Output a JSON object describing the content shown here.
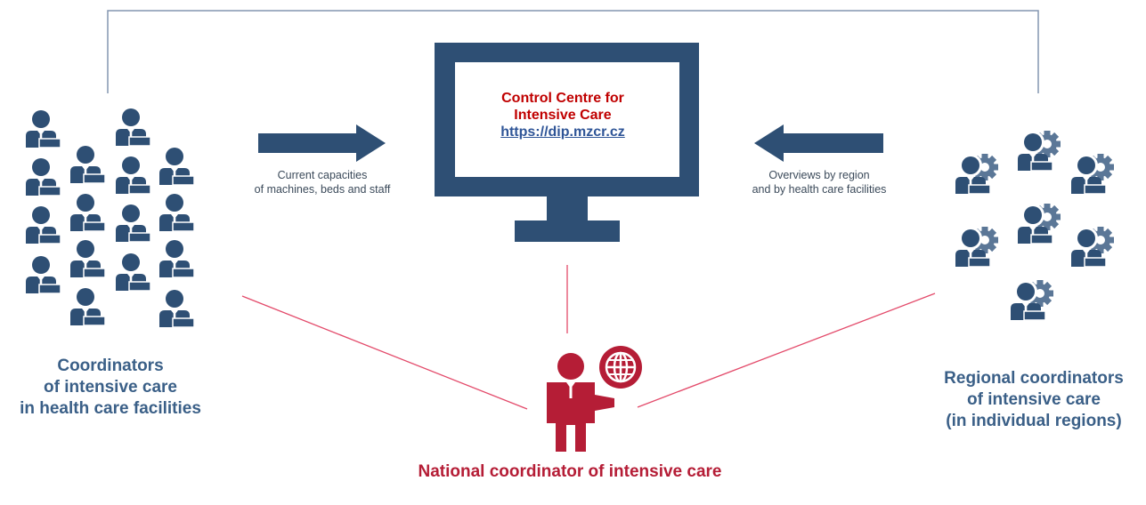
{
  "diagram": {
    "monitor": {
      "title_line1": "Control Centre for",
      "title_line2": "Intensive Care",
      "url": "https://dip.mzcr.cz"
    },
    "left_arrow_label": {
      "line1": "Current capacities",
      "line2": "of machines, beds and staff"
    },
    "right_arrow_label": {
      "line1": "Overviews by region",
      "line2": "and by health care facilities"
    },
    "left_group": {
      "line1": "Coordinators",
      "line2": "of intensive care",
      "line3": "in health care facilities"
    },
    "right_group": {
      "line1": "Regional coordinators",
      "line2": "of intensive care",
      "line3": "(in individual regions)"
    },
    "national": {
      "label": "National  coordinator  of intensive care"
    },
    "icons": {
      "left_people": "person-icon",
      "right_people": "person-gear-icon",
      "national": "person-globe-icon",
      "monitor": "monitor-icon"
    },
    "colors": {
      "navy": "#2e4f74",
      "blue_text": "#3a5f87",
      "red": "#b51d36",
      "red_title": "#c00000",
      "line_gray": "#8496b0",
      "line_pink": "#e34a6a"
    }
  }
}
